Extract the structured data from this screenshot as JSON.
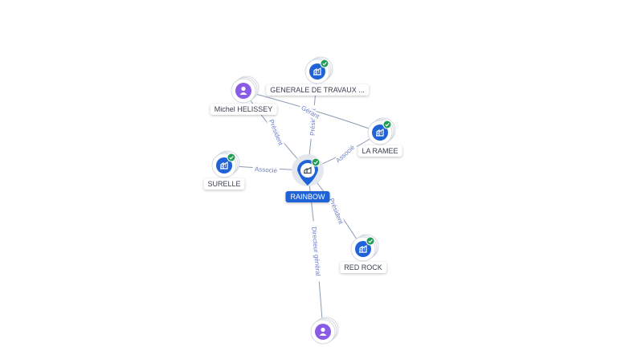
{
  "colors": {
    "company": "#1f63d6",
    "person": "#8a5ce6",
    "verified": "#1f9d55",
    "edge": "#8a9bb3",
    "edge_label": "#6c7fc9"
  },
  "icons": {
    "company": "building-icon",
    "person": "person-icon",
    "verified": "check-badge-icon"
  },
  "nodes": [
    {
      "id": "rainbow",
      "label": "RAINBOW",
      "kind": "company",
      "main": true,
      "verified": true
    },
    {
      "id": "generale",
      "label": "GENERALE DE TRAVAUX ...",
      "kind": "company",
      "verified": true
    },
    {
      "id": "helissey",
      "label": "Michel HELISSEY",
      "kind": "person"
    },
    {
      "id": "laramee",
      "label": "LA RAMEE",
      "kind": "company",
      "verified": true
    },
    {
      "id": "surelle",
      "label": "SURELLE",
      "kind": "company",
      "verified": true
    },
    {
      "id": "redrock",
      "label": "RED ROCK",
      "kind": "company",
      "verified": true
    },
    {
      "id": "person2",
      "label": "",
      "kind": "person"
    }
  ],
  "edges": [
    {
      "from": "rainbow",
      "to": "generale",
      "label": "Président"
    },
    {
      "from": "helissey",
      "to": "rainbow",
      "label": "Président"
    },
    {
      "from": "helissey",
      "to": "laramee",
      "label": "Gérant"
    },
    {
      "from": "rainbow",
      "to": "laramee",
      "label": "Associé"
    },
    {
      "from": "rainbow",
      "to": "surelle",
      "label": "Associé"
    },
    {
      "from": "rainbow",
      "to": "redrock",
      "label": "Président"
    },
    {
      "from": "rainbow",
      "to": "person2",
      "label": "Directeur général"
    }
  ]
}
